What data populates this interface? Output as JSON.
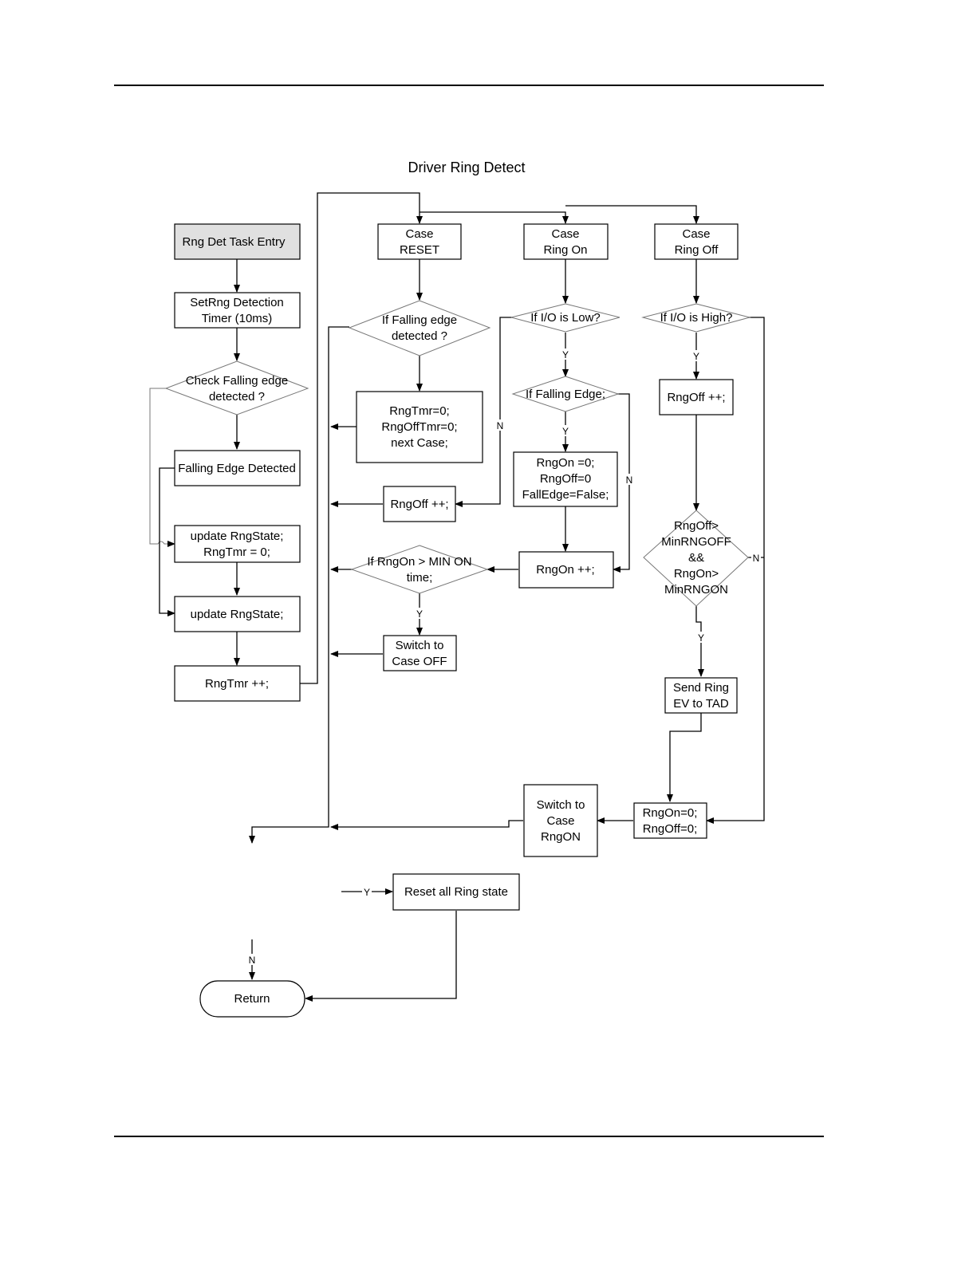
{
  "diagram": {
    "title": "Driver Ring Detect",
    "nodes": {
      "entry": [
        "Rng Det Task Entry"
      ],
      "set_timer": [
        "SetRng Detection",
        "Timer (10ms)"
      ],
      "check_falling": [
        "Check Falling edge",
        "detected ?"
      ],
      "falling_detected": [
        "Falling Edge Detected"
      ],
      "update_state_tmr": [
        "update RngState;",
        "RngTmr = 0;"
      ],
      "update_state": [
        "update RngState;"
      ],
      "rngtmr_inc": [
        "RngTmr ++;"
      ],
      "case_reset": [
        "Case",
        "RESET"
      ],
      "case_ring_on": [
        "Case",
        "Ring On"
      ],
      "case_ring_off": [
        "Case",
        "Ring Off"
      ],
      "if_falling_edge_detected": [
        "If Falling edge",
        "detected ?"
      ],
      "reset_timers": [
        "RngTmr=0;",
        "RngOffTmr=0;",
        "next Case;"
      ],
      "rngoff_inc_left": [
        "RngOff ++;"
      ],
      "if_rngon_min": [
        "If RngOn > MIN ON",
        "time;"
      ],
      "switch_case_off": [
        "Switch to",
        "Case OFF"
      ],
      "if_io_low": [
        "If I/O is Low?"
      ],
      "if_falling_edge": [
        "If Falling Edge;"
      ],
      "reset_on_off": [
        "RngOn =0;",
        "RngOff=0",
        "FallEdge=False;"
      ],
      "rngon_inc": [
        "RngOn ++;"
      ],
      "if_io_high": [
        "If I/O is High?"
      ],
      "rngoff_inc_right": [
        "RngOff ++;"
      ],
      "rngoff_rngon_check": [
        "RngOff>",
        "MinRNGOFF",
        "&&",
        "RngOn>",
        "MinRNGON"
      ],
      "send_ring": [
        "Send Ring",
        "EV to TAD"
      ],
      "rngon_rngoff_zero": [
        "RngOn=0;",
        "RngOff=0;"
      ],
      "switch_case_rngon": [
        "Switch to",
        "Case",
        "RngON"
      ],
      "reset_all": [
        "Reset all Ring state"
      ],
      "return": [
        "Return"
      ]
    },
    "edge_labels": {
      "yes": "Y",
      "no": "N"
    }
  }
}
